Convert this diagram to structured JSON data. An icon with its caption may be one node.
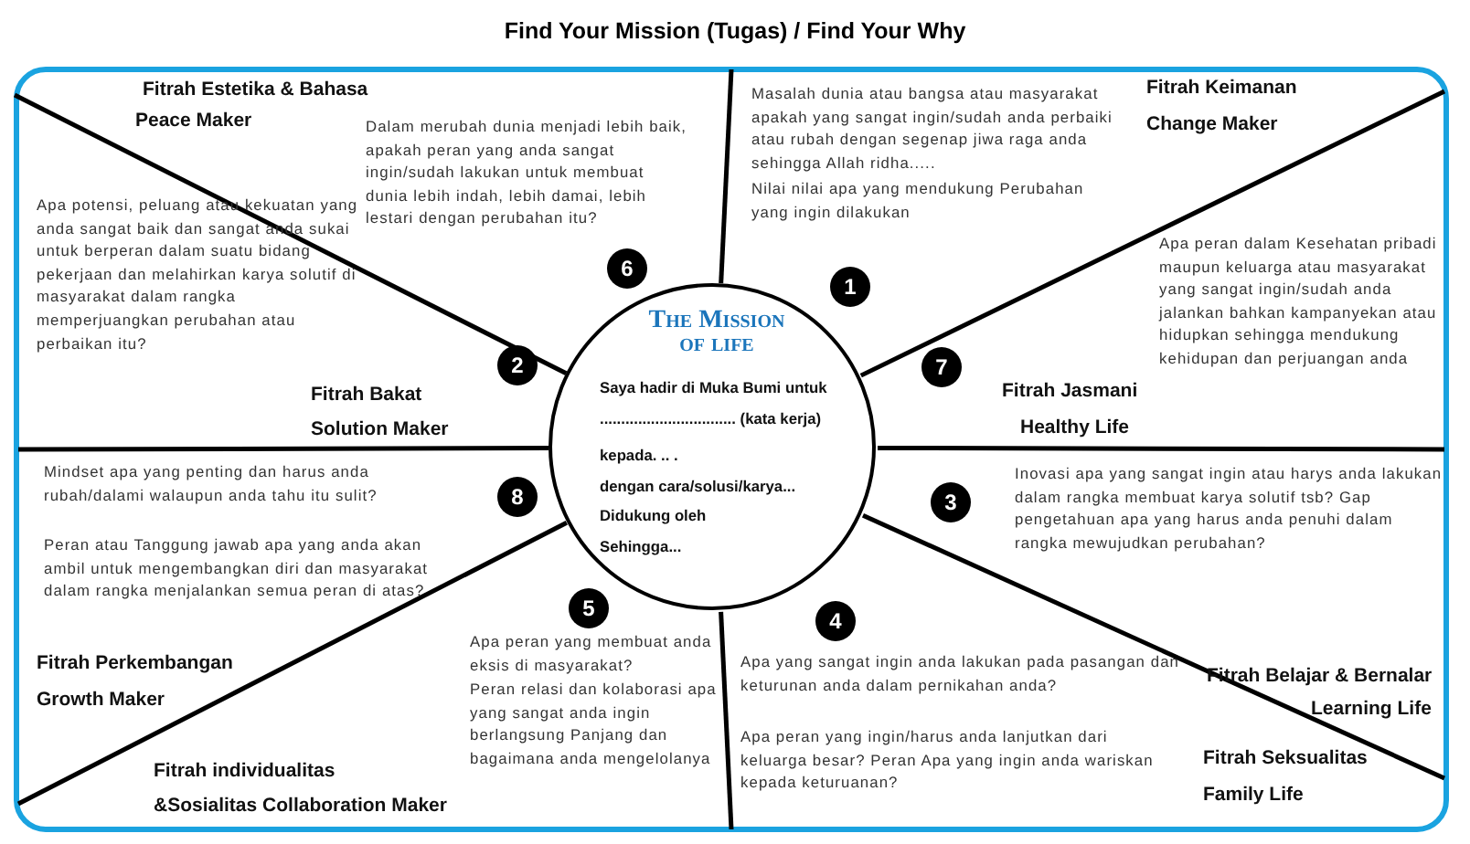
{
  "diagram": {
    "title": "Find Your Mission (Tugas) / Find Your Why",
    "nodes": [
      {
        "text": [
          "The Mission of life",
          "Saya hadir di Muka Bumi untuk",
          "................................ (kata kerja)",
          "kepada. .. .",
          "dengan cara/solusi/karya...",
          "Didukung oleh",
          "Sehingga..."
        ]
      },
      {
        "text": [
          "Fitrah Keimanan",
          "Change Maker",
          "Masalah dunia atau bangsa atau masyarakat apakah yang sangat ingin/sudah anda perbaiki atau rubah dengan segenap jiwa raga anda sehingga Allah ridha.....",
          "Nilai nilai apa yang mendukung Perubahan yang ingin dilakukan"
        ]
      },
      {
        "text": [
          "1"
        ],
        "in": 1
      },
      {
        "text": [
          "Apa potensi, peluang atau kekuatan yang anda sangat baik dan sangat anda sukai untuk berperan dalam suatu bidang pekerjaan dan melahirkan karya solutif di masyarakat dalam rangka memperjuangkan perubahan atau perbaikan itu?",
          "Fitrah Bakat",
          "Solution Maker"
        ]
      },
      {
        "text": [
          "2"
        ],
        "in": 3
      },
      {
        "text": [
          "Inovasi apa yang sangat ingin atau harys anda lakukan dalam rangka membuat karya solutif tsb? Gap pengetahuan apa yang harus anda penuhi dalam rangka mewujudkan perubahan?",
          "Fitrah Belajar & Bernalar",
          "Learning Life"
        ]
      },
      {
        "text": [
          "3"
        ],
        "in": 5
      },
      {
        "text": [
          "Apa yang sangat ingin anda lakukan pada pasangan dan keturunan anda dalam pernikahan anda?",
          "Apa peran yang ingin/harus anda lanjutkan dari keluarga besar? Peran Apa yang ingin anda wariskan kepada keturuanan?",
          "Fitrah Seksualitas",
          "Family Life"
        ]
      },
      {
        "text": [
          "4"
        ],
        "in": 7
      },
      {
        "text": [
          "Apa peran yang membuat anda eksis di masyarakat?",
          "Peran relasi dan kolaborasi apa yang sangat anda ingin berlangsung Panjang dan bagaimana anda mengelolanya",
          "Fitrah individualitas",
          "&Sosialitas Collaboration Maker"
        ]
      },
      {
        "text": [
          "5"
        ],
        "in": 9
      },
      {
        "text": [
          "Fitrah Estetika & Bahasa",
          "Peace Maker",
          "Dalam merubah dunia menjadi lebih baik, apakah peran yang anda sangat ingin/sudah lakukan untuk membuat dunia lebih indah, lebih damai, lebih lestari dengan perubahan itu?"
        ]
      },
      {
        "text": [
          "6"
        ],
        "in": 11
      },
      {
        "text": [
          "Apa peran dalam Kesehatan pribadi maupun keluarga atau masyarakat yang sangat ingin/sudah anda jalankan bahkan kampanyekan atau hidupkan sehingga mendukung kehidupan dan perjuangan anda",
          "Fitrah Jasmani",
          "Healthy Life"
        ]
      },
      {
        "text": [
          "7"
        ],
        "in": 13
      },
      {
        "text": [
          "Mindset apa yang penting dan harus anda rubah/dalami walaupun anda tahu itu sulit?",
          "Peran atau Tanggung jawab apa yang anda akan ambil untuk mengembangkan diri dan masyarakat dalam rangka menjalankan semua peran di atas?",
          "Fitrah Perkembangan",
          "Growth Maker"
        ]
      },
      {
        "text": [
          "8"
        ],
        "in": 15
      }
    ]
  }
}
